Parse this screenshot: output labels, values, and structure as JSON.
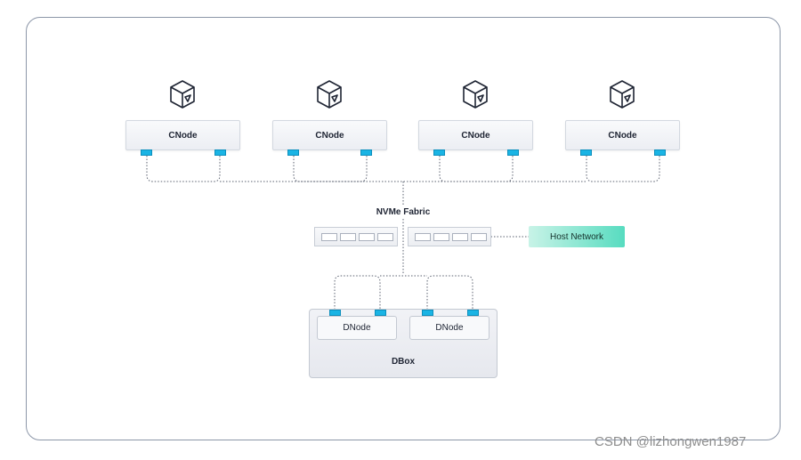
{
  "diagram": {
    "cnodes": [
      {
        "label": "CNode"
      },
      {
        "label": "CNode"
      },
      {
        "label": "CNode"
      },
      {
        "label": "CNode"
      }
    ],
    "fabric": {
      "title": "NVMe Fabric"
    },
    "host_network": {
      "label": "Host Network"
    },
    "dbox": {
      "label": "DBox",
      "dnodes": [
        {
          "label": "DNode"
        },
        {
          "label": "DNode"
        }
      ]
    },
    "colors": {
      "port": "#1ab4e4",
      "host_network": "#57dcc0",
      "frame": "#8c96a8"
    },
    "icons": [
      "cube-icon"
    ]
  },
  "watermark": "CSDN @lizhongwen1987"
}
